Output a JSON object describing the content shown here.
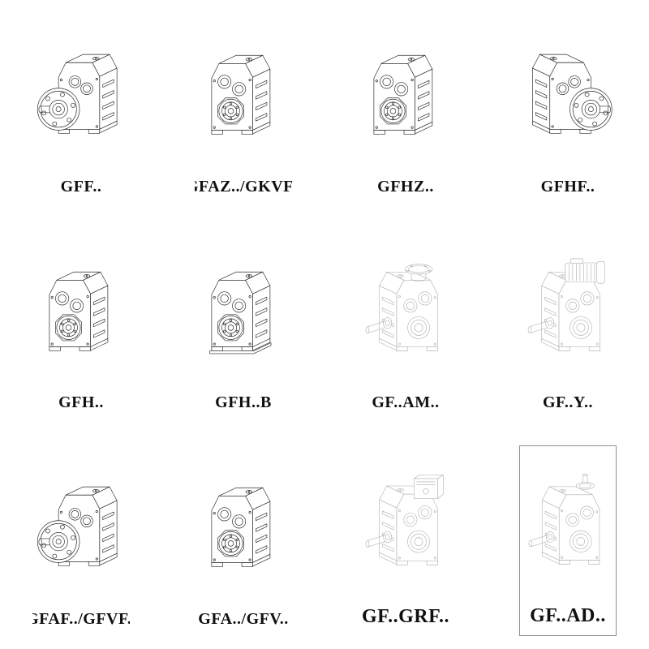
{
  "cells": [
    {
      "label": "GFF..",
      "drawing": "gearbox-flange-output-left"
    },
    {
      "label": "GFAZ../GKVF..",
      "drawing": "gearbox-hollow-shaft"
    },
    {
      "label": "GFHZ..",
      "drawing": "gearbox-hollow-shaft"
    },
    {
      "label": "GFHF..",
      "drawing": "gearbox-flange-output-right"
    },
    {
      "label": "GFH..",
      "drawing": "gearbox-hollow-shaft"
    },
    {
      "label": "GFH..B",
      "drawing": "gearbox-hollow-shaft-baseplate"
    },
    {
      "label": "GF..AM..",
      "drawing": "gearbox-motor-adapter-flange"
    },
    {
      "label": "GF..Y..",
      "drawing": "gearbox-with-motor"
    },
    {
      "label": "GFAF../GFVF..",
      "drawing": "gearbox-flange-output-left"
    },
    {
      "label": "GFA../GFV..",
      "drawing": "gearbox-hollow-shaft"
    },
    {
      "label": "GF..GRF..",
      "drawing": "gearbox-brake-box"
    },
    {
      "label": "GF..AD..",
      "drawing": "gearbox-top-input-shaft"
    }
  ]
}
